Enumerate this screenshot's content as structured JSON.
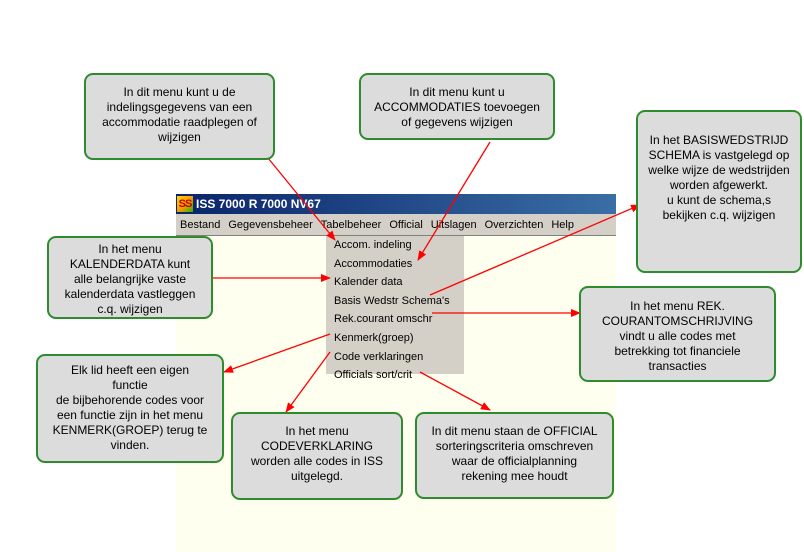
{
  "app": {
    "icon_text": "SS",
    "title": "ISS 7000 R 7000 NV67"
  },
  "menu": {
    "items": [
      "Bestand",
      "Gegevensbeheer",
      "Tabelbeheer",
      "Official",
      "Uitslagen",
      "Overzichten",
      "Help"
    ]
  },
  "dropdown": {
    "items": [
      "Accom. indeling",
      "Accommodaties",
      "Kalender data",
      "Basis Wedstr Schema's",
      "Rek.courant omschr",
      "Kenmerk(groep)",
      "Code verklaringen",
      "Officials sort/crit"
    ]
  },
  "callouts": {
    "accom_indeling": [
      "In dit menu kunt u de",
      "indelingsgegevens van een",
      "accommodatie raadplegen of",
      "wijzigen"
    ],
    "accommodaties": [
      "In dit menu kunt u",
      "ACCOMMODATIES toevoegen",
      "of gegevens wijzigen"
    ],
    "basis_schema": [
      "In het BASISWEDSTRIJD",
      "SCHEMA is vastgelegd op",
      "welke wijze de wedstrijden",
      "worden afgewerkt.",
      "u kunt de schema,s",
      "bekijken c.q. wijzigen"
    ],
    "kalenderdata": [
      "In het menu",
      "KALENDERDATA  kunt",
      "alle belangrijke vaste",
      "kalenderdata vastleggen",
      "c.q. wijzigen"
    ],
    "rek_courant": [
      "In het menu REK.",
      "COURANTOMSCHRIJVING",
      "vindt u alle codes met",
      "betrekking tot financiele",
      "transacties"
    ],
    "kenmerk": [
      "Elk lid heeft een eigen",
      "functie",
      "de bijbehorende codes voor",
      "een functie zijn in het menu",
      "KENMERK(GROEP) terug te",
      "vinden."
    ],
    "codeverklaring": [
      "In het menu",
      "CODEVERKLARING",
      "worden alle codes in ISS",
      "uitgelegd."
    ],
    "official": [
      "In dit menu staan de OFFICIAL",
      "sorteringscriteria omschreven",
      "waar de officialplanning",
      "rekening mee houdt"
    ]
  },
  "colors": {
    "callout_border": "#2e8b2e",
    "callout_fill": "#dcdcdc",
    "arrow": "#ff0000",
    "title_bar": "#0a246a",
    "menu_bg": "#d4d0c8",
    "window_bg": "#fffff0"
  }
}
